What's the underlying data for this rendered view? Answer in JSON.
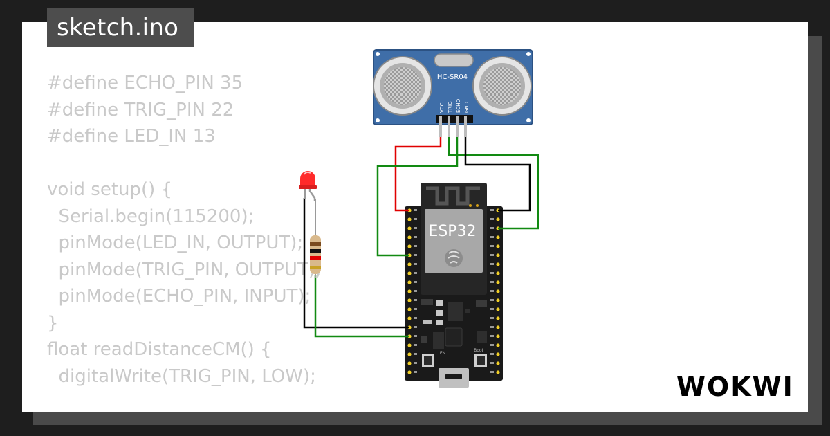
{
  "file_tab": {
    "name": "sketch.ino"
  },
  "code_lines": [
    "#define ECHO_PIN 35",
    "#define TRIG_PIN 22",
    "#define LED_IN 13",
    "",
    "void setup() {",
    "  Serial.begin(115200);",
    "  pinMode(LED_IN, OUTPUT);",
    "  pinMode(TRIG_PIN, OUTPUT);",
    "  pinMode(ECHO_PIN, INPUT);",
    "}",
    "float readDistanceCM() {",
    "  digitalWrite(TRIG_PIN, LOW);"
  ],
  "sensor": {
    "label": "HC-SR04",
    "pins": [
      "VCC",
      "TRIG",
      "ECHO",
      "GND"
    ]
  },
  "board": {
    "label": "ESP32",
    "button_en": "EN",
    "button_boot": "Boot"
  },
  "brand": {
    "logo": "WOKWI"
  },
  "colors": {
    "sensor_blue": "#3f6ea8",
    "board_black": "#1a1a1a",
    "wire_red": "#e00000",
    "wire_green": "#128a12",
    "wire_black": "#000000",
    "led_red": "#ff2a2a",
    "pin_gold": "#f2d027"
  }
}
